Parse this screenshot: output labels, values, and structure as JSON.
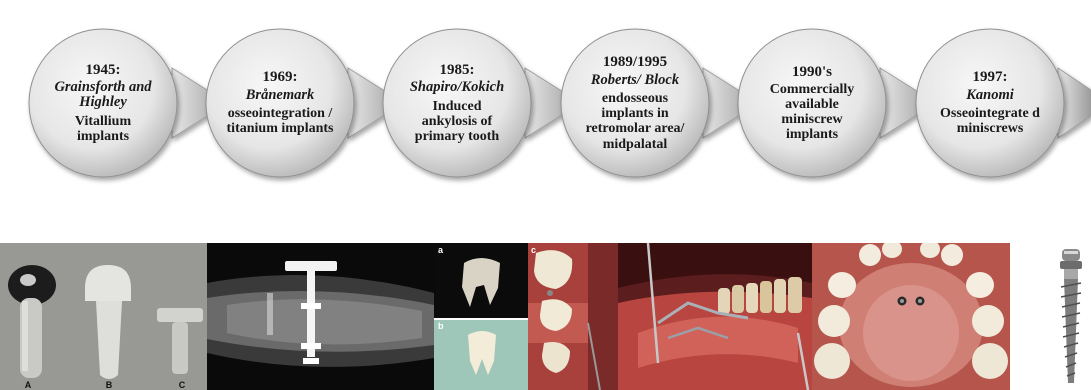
{
  "timeline": [
    {
      "year": "1945:",
      "author": "Grainsforth and Highley",
      "description": "Vitallium implants"
    },
    {
      "year": "1969:",
      "author": "Brånemark",
      "description": "osseointegration / titanium implants"
    },
    {
      "year": "1985:",
      "author": "Shapiro/Kokich",
      "description": "Induced ankylosis of primary tooth"
    },
    {
      "year": "1989/1995",
      "author": "Roberts/ Block",
      "description": "endosseous implants in retromolar area/ midpalatal"
    },
    {
      "year": "1990's",
      "author": "",
      "description": "Commercially available miniscrew implants"
    },
    {
      "year": "1997:",
      "author": "Kanomi",
      "description": "Osseointegrate d miniscrews"
    }
  ],
  "figure_labels": {
    "implant_a": "A",
    "implant_b": "B",
    "implant_c": "C",
    "tooth_panel_a": "a",
    "tooth_panel_b": "b",
    "retromolar_panel": "c"
  },
  "colors": {
    "circle_light": "#f4f4f4",
    "circle_mid": "#d9d9d9",
    "circle_dark": "#9a9a9a",
    "text": "#1a1a1a",
    "gum": "#c0504a",
    "tooth": "#efe6cf"
  }
}
